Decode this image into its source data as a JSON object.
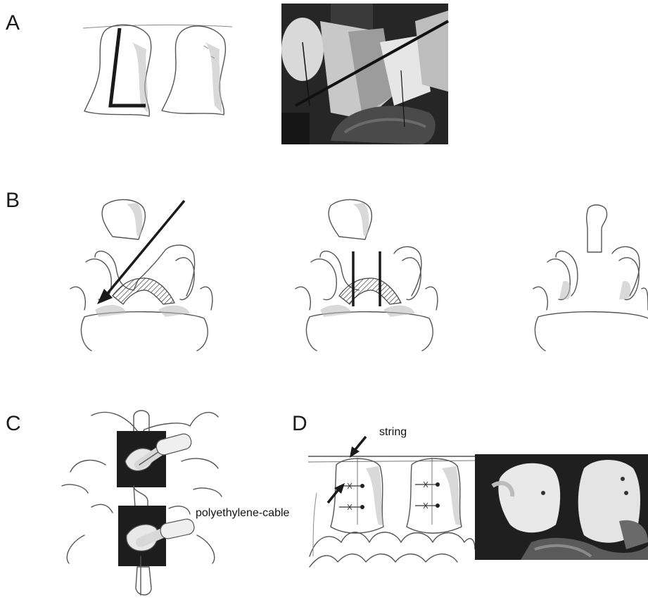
{
  "panels": {
    "a": {
      "label": "A"
    },
    "b": {
      "label": "B"
    },
    "c": {
      "label": "C"
    },
    "d": {
      "label": "D"
    }
  },
  "annotations": {
    "string": "string",
    "cable": "polyethylene-cable"
  },
  "colors": {
    "photo_bg": "#1f1f1f",
    "ink": "#555555",
    "thick_line": "#1a1a1a"
  }
}
